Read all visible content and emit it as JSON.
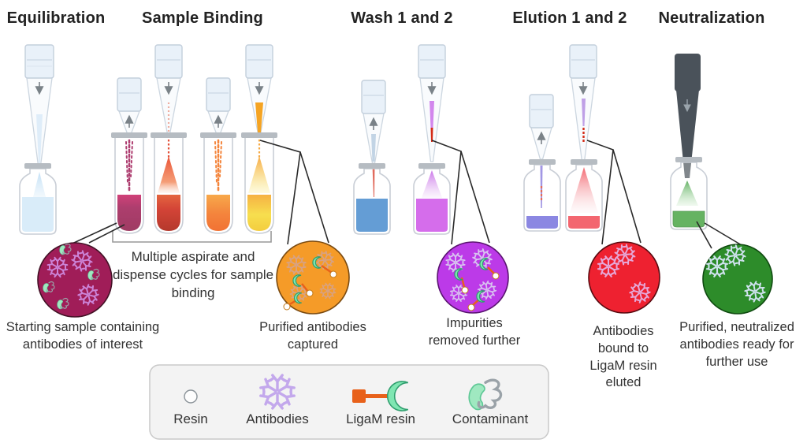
{
  "stages": [
    {
      "title": "Equilibration"
    },
    {
      "title": "Sample Binding"
    },
    {
      "title": "Wash 1 and 2"
    },
    {
      "title": "Elution 1 and 2"
    },
    {
      "title": "Neutralization"
    }
  ],
  "annotations": {
    "sample_binding_note": "Multiple aspirate and dispense cycles for sample binding",
    "callouts": [
      {
        "caption": "Starting sample containing antibodies of interest",
        "color": "#a01d58"
      },
      {
        "caption": "Purified antibodies captured",
        "color": "#f59b28"
      },
      {
        "caption": "Impurities removed further",
        "color": "#bc3ae8"
      },
      {
        "caption": "Antibodies bound to LigaM resin eluted",
        "color": "#ee2130"
      },
      {
        "caption": "Purified, neutralized antibodies ready for further use",
        "color": "#2d8c2a"
      }
    ]
  },
  "legend": {
    "items": [
      {
        "label": "Resin",
        "icon": "resin-icon"
      },
      {
        "label": "Antibodies",
        "icon": "antibody-icon",
        "color": "#c3a8ec"
      },
      {
        "label": "LigaM resin",
        "icon": "ligam-resin-icon",
        "color": "#e8611a"
      },
      {
        "label": "Contaminant",
        "icon": "contaminant-icon",
        "color": "#9fe8c0"
      }
    ]
  },
  "colors": {
    "equilibration_liquid": "#c5e2f6",
    "sample_tube_liquids": [
      "#a01d58",
      "#cc2414",
      "#f2711c",
      "#f6d930"
    ],
    "wash_liquids": [
      "#2273c3",
      "#c32fe2"
    ],
    "elution_liquids": [
      "#5a53d6",
      "#ee2532"
    ],
    "neutralization_liquid": "#23921f",
    "antibody": "#c3a8ec",
    "ligam_orange": "#e8611a",
    "ligam_green": "#7fe6b2",
    "contaminant_green": "#9fe8c0",
    "glass_outline": "#c9ced6",
    "stopper_gray": "#b6bcc2"
  }
}
